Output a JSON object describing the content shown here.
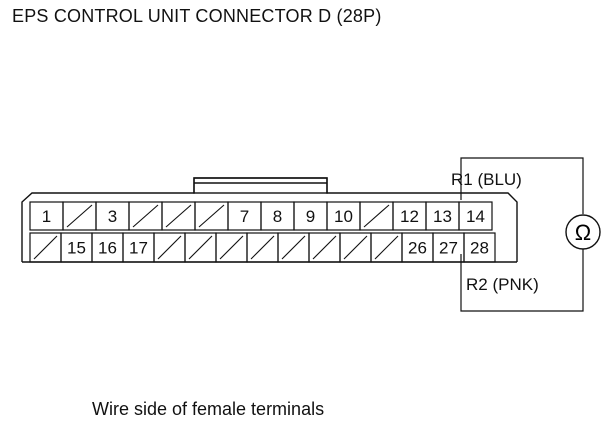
{
  "title": "EPS CONTROL UNIT CONNECTOR D (28P)",
  "caption": "Wire side of female terminals",
  "connector": {
    "top_row": [
      "1",
      "",
      "3",
      "",
      "",
      "",
      "7",
      "8",
      "9",
      "10",
      "",
      "12",
      "13",
      "14"
    ],
    "bottom_row": [
      "",
      "15",
      "16",
      "17",
      "",
      "",
      "",
      "",
      "",
      "",
      "",
      "",
      "26",
      "27",
      "28"
    ]
  },
  "meter": {
    "symbol": "Ω",
    "probe_1": "R1 (BLU)",
    "probe_2": "R2 (PNK)",
    "probe_1_terminal": "14",
    "probe_2_terminal": "28"
  }
}
